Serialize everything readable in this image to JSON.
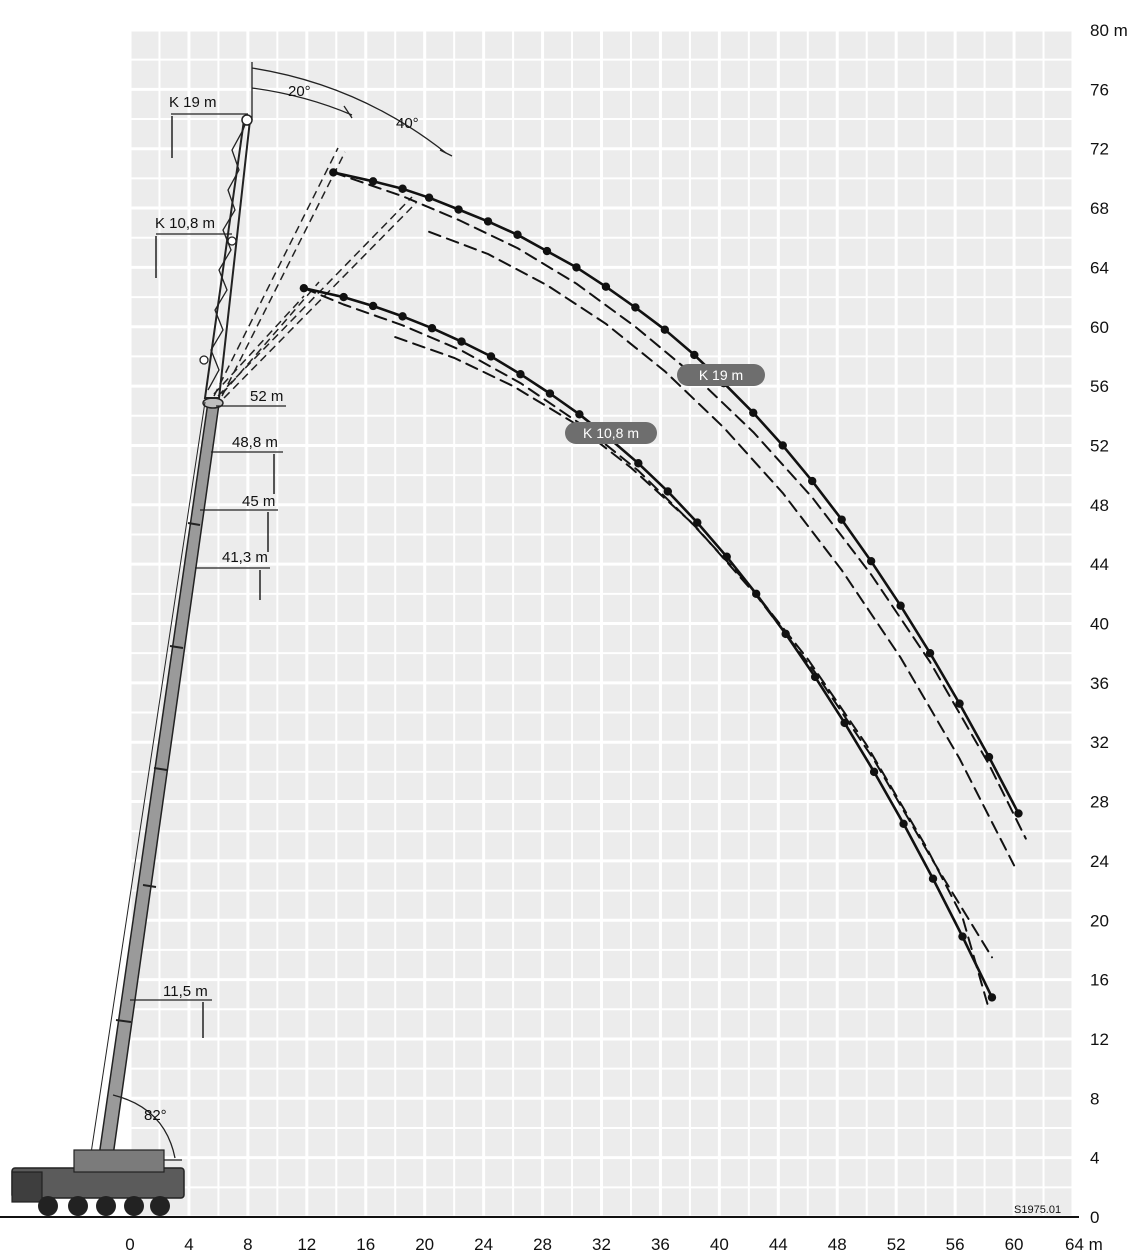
{
  "chart_data": {
    "type": "line",
    "x_unit": "m",
    "y_unit": "m",
    "x_ticks": [
      "0",
      "4",
      "8",
      "12",
      "16",
      "20",
      "24",
      "28",
      "32",
      "36",
      "40",
      "44",
      "48",
      "52",
      "56",
      "60",
      "64 m"
    ],
    "y_ticks": [
      "0",
      "4",
      "8",
      "12",
      "16",
      "20",
      "24",
      "28",
      "32",
      "36",
      "40",
      "44",
      "48",
      "52",
      "56",
      "60",
      "64",
      "68",
      "72",
      "76",
      "80 m"
    ],
    "xlim": [
      0,
      64
    ],
    "ylim": [
      0,
      80
    ],
    "grid": true,
    "series": [
      {
        "name": "K 19 m",
        "style": "solid-with-markers",
        "x": [
          13.8,
          16.5,
          18.5,
          20.3,
          22.3,
          24.3,
          26.3,
          28.3,
          30.3,
          32.3,
          34.3,
          36.3,
          38.3,
          40.3,
          42.3,
          44.3,
          46.3,
          48.3,
          50.3,
          52.3,
          54.3,
          56.3,
          58.3,
          60.3
        ],
        "y": [
          70.4,
          69.8,
          69.3,
          68.7,
          67.9,
          67.1,
          66.2,
          65.1,
          64.0,
          62.7,
          61.3,
          59.8,
          58.1,
          56.2,
          54.2,
          52.0,
          49.6,
          47.0,
          44.2,
          41.2,
          38.0,
          34.6,
          31.0,
          27.2
        ]
      },
      {
        "name": "K 10,8 m",
        "style": "solid-with-markers",
        "x": [
          11.8,
          14.5,
          16.5,
          18.5,
          20.5,
          22.5,
          24.5,
          26.5,
          28.5,
          30.5,
          32.5,
          34.5,
          36.5,
          38.5,
          40.5,
          42.5,
          44.5,
          46.5,
          48.5,
          50.5,
          52.5,
          54.5,
          56.5,
          58.5
        ],
        "y": [
          62.6,
          62.0,
          61.4,
          60.7,
          59.9,
          59.0,
          58.0,
          56.8,
          55.5,
          54.1,
          52.5,
          50.8,
          48.9,
          46.8,
          44.5,
          42.0,
          39.3,
          36.4,
          33.3,
          30.0,
          26.5,
          22.8,
          18.9,
          14.8
        ]
      },
      {
        "name": "",
        "style": "dashed",
        "x": [
          13.8,
          18.5,
          22.3,
          26.3,
          30.3,
          34.3,
          38.3,
          42.3,
          46.3,
          50.3,
          54.3,
          58.3,
          60.8
        ],
        "y": [
          70.4,
          68.8,
          67.2,
          65.3,
          62.9,
          60.0,
          56.7,
          52.9,
          48.5,
          43.3,
          37.4,
          30.5,
          25.5
        ]
      },
      {
        "name": "",
        "style": "dashed",
        "x": [
          20.3,
          24.3,
          28.3,
          32.3,
          36.3,
          40.3,
          44.3,
          48.3,
          52.3,
          56.3,
          58.3,
          60.0
        ],
        "y": [
          66.4,
          64.9,
          62.8,
          60.2,
          57.0,
          53.2,
          48.8,
          43.6,
          37.7,
          30.9,
          27.0,
          23.7
        ]
      },
      {
        "name": "",
        "style": "dashed",
        "x": [
          11.8,
          14.5,
          18.5,
          22.5,
          26.5,
          30.5,
          34.5,
          38.5,
          42.5,
          46.5,
          50.5,
          54.5,
          58.5
        ],
        "y": [
          62.6,
          61.5,
          60.1,
          58.4,
          56.2,
          53.5,
          50.3,
          46.4,
          41.9,
          36.7,
          30.8,
          24.0,
          17.5
        ]
      },
      {
        "name": "",
        "style": "dashed",
        "x": [
          18.0,
          22.0,
          26.0,
          30.0,
          34.0,
          38.0,
          42.0,
          46.0,
          50.0,
          54.0,
          56.5,
          58.3
        ],
        "y": [
          59.3,
          57.9,
          56.0,
          53.6,
          50.5,
          46.9,
          42.6,
          37.6,
          31.8,
          25.0,
          20.2,
          14.0
        ]
      }
    ],
    "annotations": {
      "jib_labels": [
        "K 19 m",
        "K 10,8 m"
      ],
      "boom_lengths": [
        "52 m",
        "48,8 m",
        "45 m",
        "41,3 m",
        "11,5 m"
      ],
      "angles": [
        "20°",
        "40°",
        "82°"
      ],
      "drawing_code": "S1975.01"
    }
  },
  "colors": {
    "grid_fill": "#ececec",
    "grid_line": "#ffffff",
    "curve": "#111111",
    "pill_bg": "#6e6e6e",
    "boom_fill": "#9a9a9a",
    "boom_stroke": "#222222"
  }
}
